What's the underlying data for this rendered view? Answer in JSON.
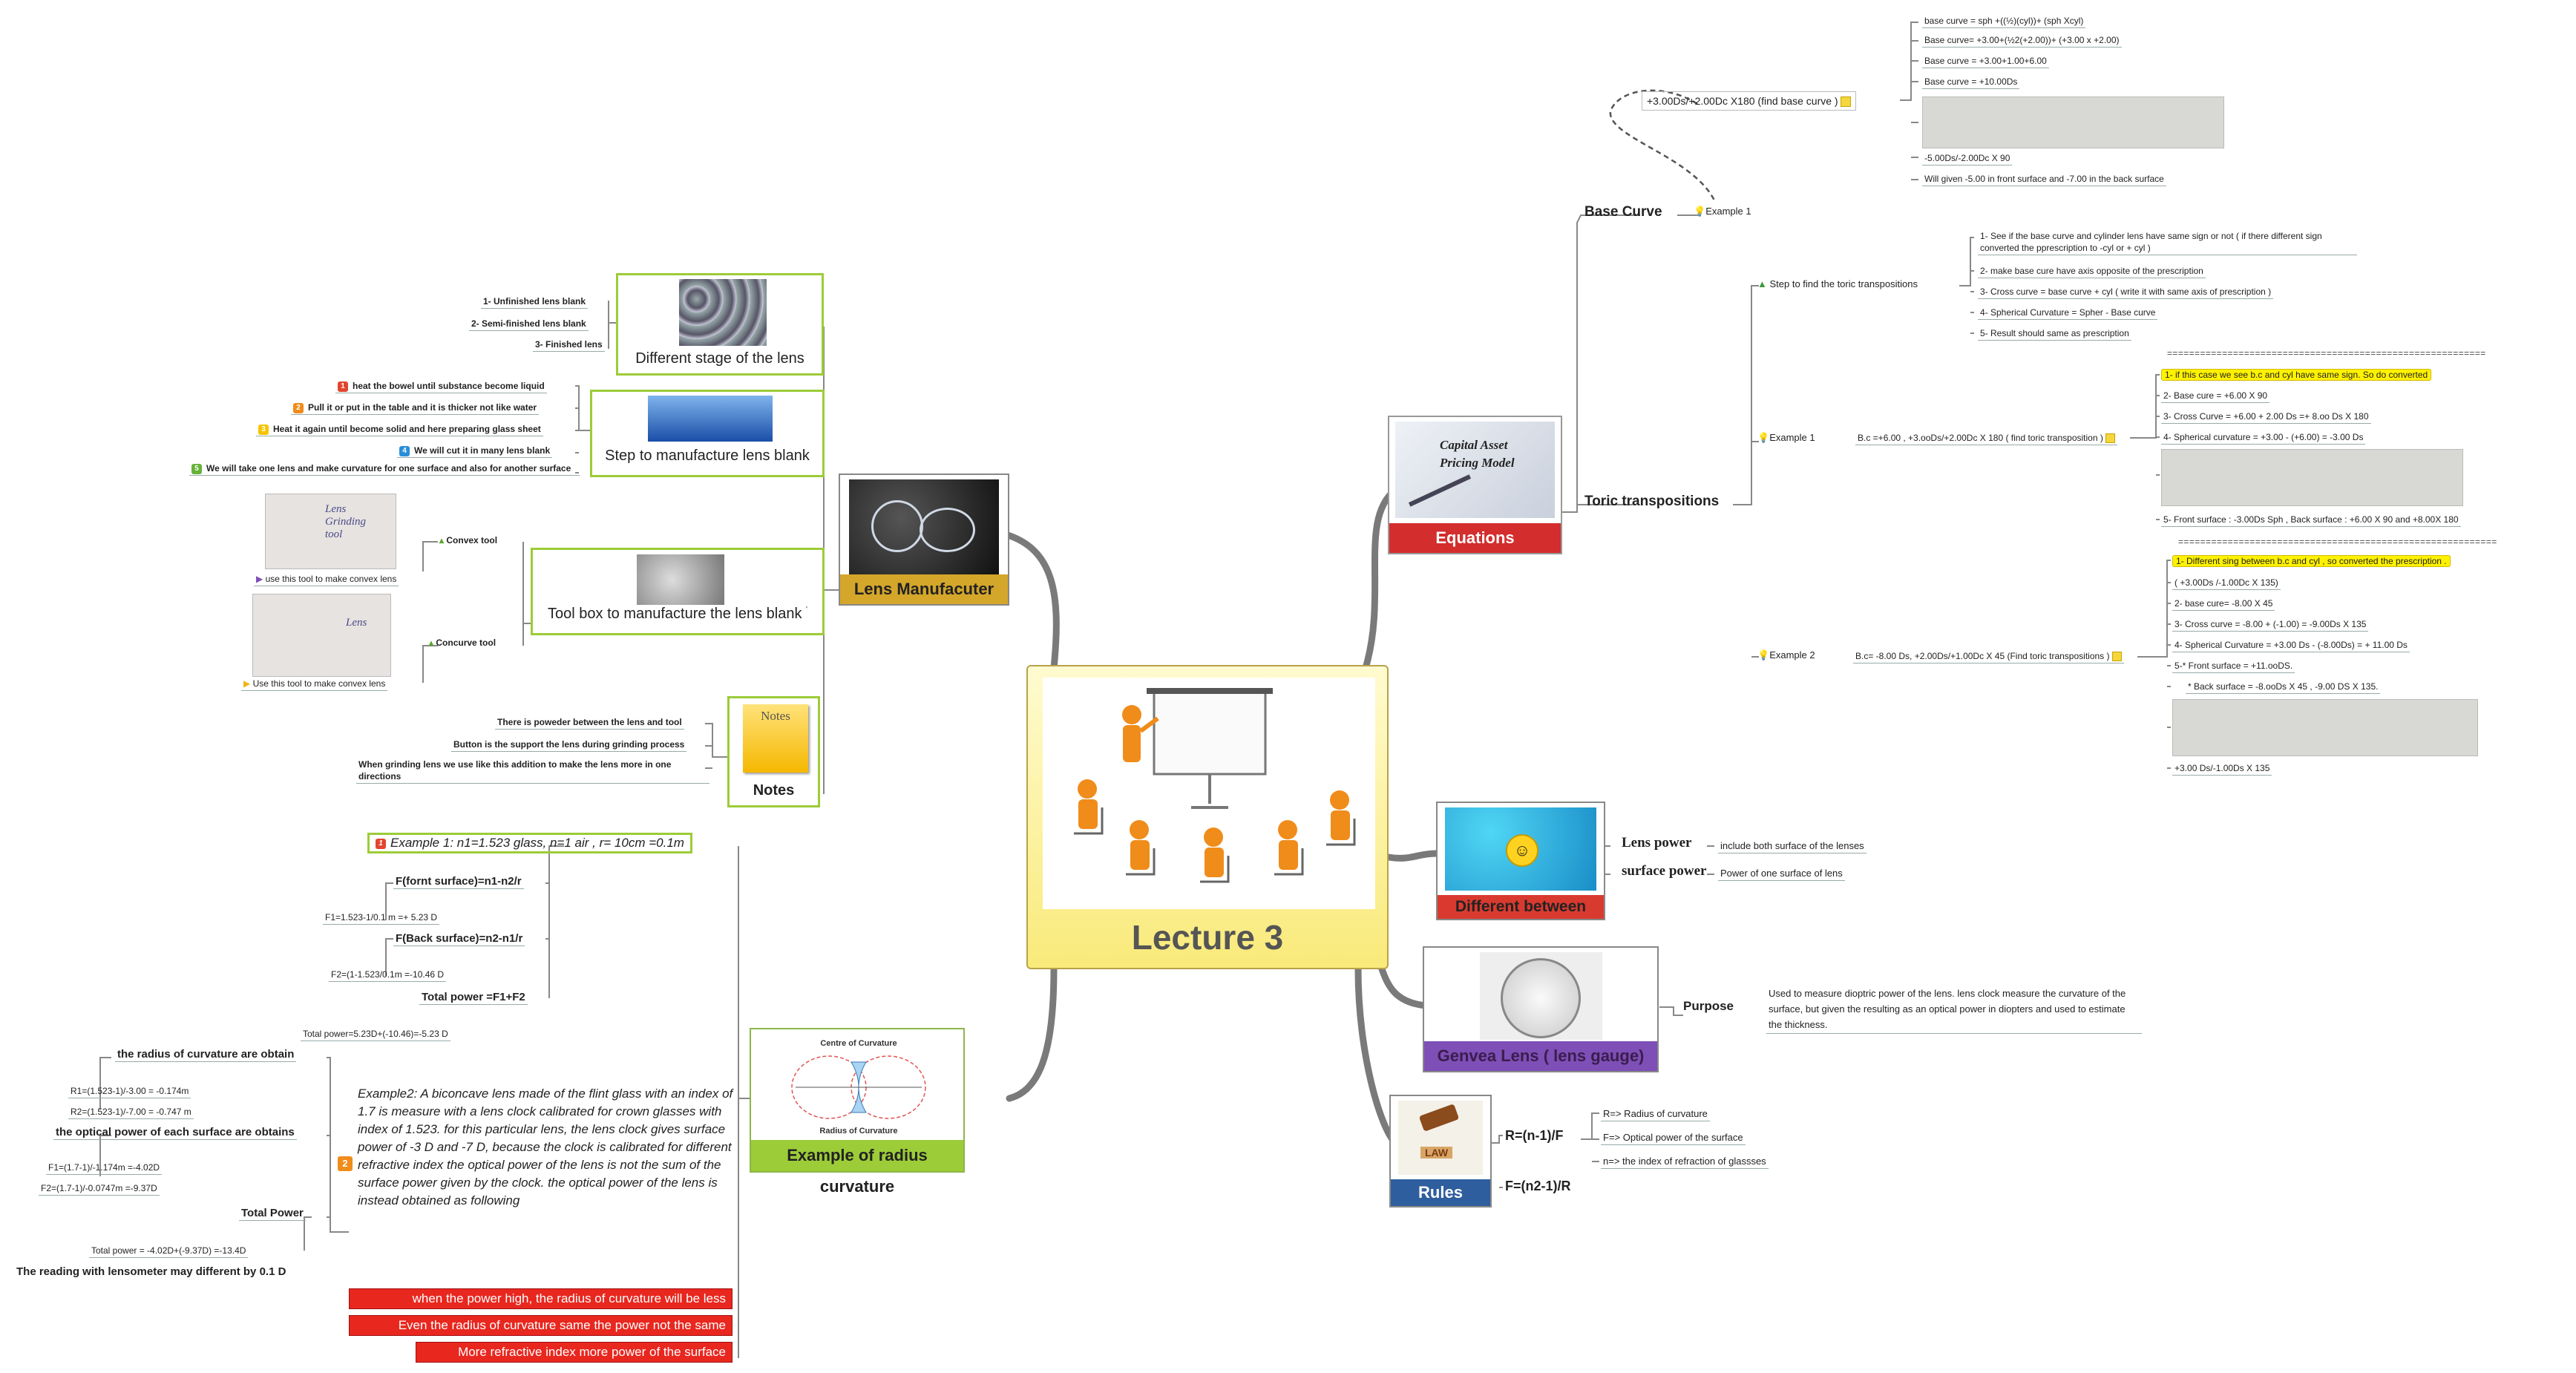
{
  "central": {
    "title": "Lecture 3"
  },
  "equations": {
    "label": "Equations",
    "image_text": "Capital Asset Pricing Model",
    "base_curve": {
      "label": "Base Curve",
      "example_label": "Example 1",
      "problem": "+3.00Ds/+2.00Dc X180   (find base curve )",
      "steps": [
        "base curve = sph +((½)(cyl))+ (sph Xcyl)",
        "Base curve= +3.00+(½2(+2.00))+ (+3.00 x +2.00)",
        "Base curve = +3.00+1.00+6.00",
        "Base curve  = +10.00Ds"
      ],
      "after": [
        "-5.00Ds/-2.00Dc X 90",
        "Will given -5.00 in front surface and -7.00 in the back surface"
      ]
    },
    "toric": {
      "label": "Toric transpositions",
      "steps_label": "Step to find the toric transpositions",
      "steps": [
        "1- See if the base curve and cylinder lens have same sign or not ( if there different sign converted the pprescription to -cyl or + cyl )",
        "2- make base cure have axis opposite of the prescription",
        "3- Cross curve = base curve + cyl ( write it with same axis of prescription )",
        "4- Spherical Curvature = Spher - Base curve",
        "5- Result should same as prescription"
      ],
      "ex1": {
        "label": "Example 1",
        "problem": "B.c =+6.00 , +3.ooDs/+2.00Dc X 180 ( find toric transposition )",
        "rule": "==========================================================",
        "lines": [
          "1-  if this case we see b.c and cyl have same sign. So do converted",
          "2- Base cure = +6.00 X 90",
          "3- Cross Curve = +6.00 + 2.00 Ds =+ 8.oo Ds X 180",
          "4- Spherical curvature = +3.00  -  (+6.00) = -3.00 Ds",
          "5- Front surface : -3.00Ds Sph , Back surface : +6.00 X 90 and +8.00X 180"
        ]
      },
      "ex2": {
        "label": "Example 2",
        "problem": "B.c= -8.00 Ds, +2.00Ds/+1.00Dc X 45  (Find toric transpositions )",
        "rule": "==========================================================",
        "lines": [
          "1- Different sing between b.c and cyl , so converted the prescription .",
          "( +3.00Ds /-1.00Dc X 135)",
          "2- base cure= -8.00 X 45",
          "3- Cross curve = -8.00 + (-1.00) = -9.00Ds X 135",
          "4- Spherical Curvature = +3.00 Ds - (-8.00Ds) = + 11.00 Ds",
          "5-*  Front surface = +11.ooDS.",
          "*  Back surface = -8.ooDs X 45 , -9.00 DS X 135."
        ],
        "final": "+3.00 Ds/-1.00Ds X 135"
      }
    }
  },
  "different": {
    "label": "Different between",
    "items": [
      {
        "term": "Lens power",
        "desc": "include both surface of the lenses"
      },
      {
        "term": "surface  power",
        "desc": "Power of one surface of lens"
      }
    ]
  },
  "genvea": {
    "label": "Genvea Lens ( lens gauge)",
    "purpose_label": "Purpose",
    "purpose": "Used to measure dioptric power of the lens. lens clock measure the curvature of the surface, but given the resulting as an optical power in diopters and used to estimate the thickness."
  },
  "rules": {
    "label": "Rules",
    "image_text": "LAW",
    "f1": "R=(n-1)/F",
    "f2": "F=(n2-1)/R",
    "defs": [
      "R=> Radius of curvature",
      "F=> Optical power of the surface",
      "n=> the index of refraction of glassses"
    ]
  },
  "manufacture": {
    "label": "Lens Manufacuter",
    "stages": {
      "label": "Different stage of the lens",
      "items": [
        "1- Unfinished lens blank",
        "2- Semi-finished lens blank",
        "3- Finished lens"
      ]
    },
    "steps": {
      "label": "Step to manufacture lens blank",
      "items": [
        "heat the bowel until substance become liquid",
        "Pull it or put in the table and it is thicker  not like water",
        "Heat it again until  become solid and here preparing glass sheet",
        "We will cut it in many lens blank",
        "We will take one lens and make curvature for one surface and also for another surface"
      ]
    },
    "tools": {
      "label": "Tool box to manufacture the lens blank",
      "convex": "Convex tool",
      "concave": "Concurve tool",
      "convex_note": "use this tool to make convex lens",
      "concave_note": "Use this tool to make convex lens",
      "sketch1": "Lens Grinding tool",
      "sketch2": "Lens"
    },
    "notes": {
      "label": "Notes",
      "sticky": "Notes",
      "items": [
        "There is poweder  between the lens and tool",
        "Button is the support the lens during grinding process",
        "When grinding lens we use like this addition to make the lens more in one directions"
      ]
    }
  },
  "radius": {
    "label": "Example of radius curvature",
    "diagram_top": "Centre of Curvature",
    "diagram_bottom": "Radius of Curvature",
    "ex1": {
      "title": "Example 1: n1=1.523 glass,      n=1 air , r= 10cm =0.1m",
      "front": "F(fornt surface)=n1-n2/r",
      "front_calc": "F1=1.523-1/0.1 m =+ 5.23 D",
      "back": "F(Back surface)=n2-n1/r",
      "back_calc": "F2=(1-1.523/0.1m =-10.46 D",
      "total": "Total power =F1+F2",
      "total_calc": "Total power=5.23D+(-10.46)=-5.23 D"
    },
    "ex2": {
      "text": "Example2:     A biconcave lens made of the flint glass with an index of 1.7 is measure with a lens clock calibrated for crown glasses with index of 1.523. for this particular lens, the lens clock gives surface power of -3 D and -7 D, because the clock is calibrated  for different refractive index the optical power of the lens is not the sum of the surface power given by the clock. the optical power of the lens is instead obtained as following",
      "radius_label": "the radius of curvature are obtain",
      "r1": "R1=(1.523-1)/-3.00 = -0.174m",
      "r2": "R2=(1.523-1)/-7.00 = -0.747 m",
      "power_label": "the optical power of each surface are obtains",
      "f1": "F1=(1.7-1)/-1.174m =-4.02D",
      "f2": "F2=(1.7-1)/-0.0747m =-9.37D",
      "total_label": "Total Power",
      "total": "Total power  = -4.02D+(-9.37D) =-13.4D",
      "note": "The reading with lensometer may different by 0.1 D"
    },
    "bars": [
      "when the power  high, the radius of curvature  will be less",
      "Even the radius of curvature  same the power not  the same",
      "More refractive index more power of the surface"
    ]
  },
  "colors": {
    "green": "#9ccc38",
    "gold": "#d4a62a",
    "red": "#e8271f",
    "purple": "#7e4fb6",
    "blue": "#2f5e9e",
    "branch": "#7a7a7a"
  }
}
